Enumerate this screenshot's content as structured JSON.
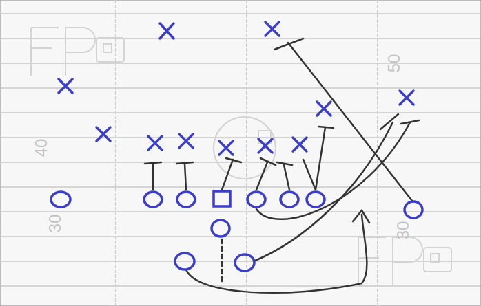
{
  "diagram": {
    "labels": [
      "40",
      "50",
      "30",
      "30"
    ]
  }
}
